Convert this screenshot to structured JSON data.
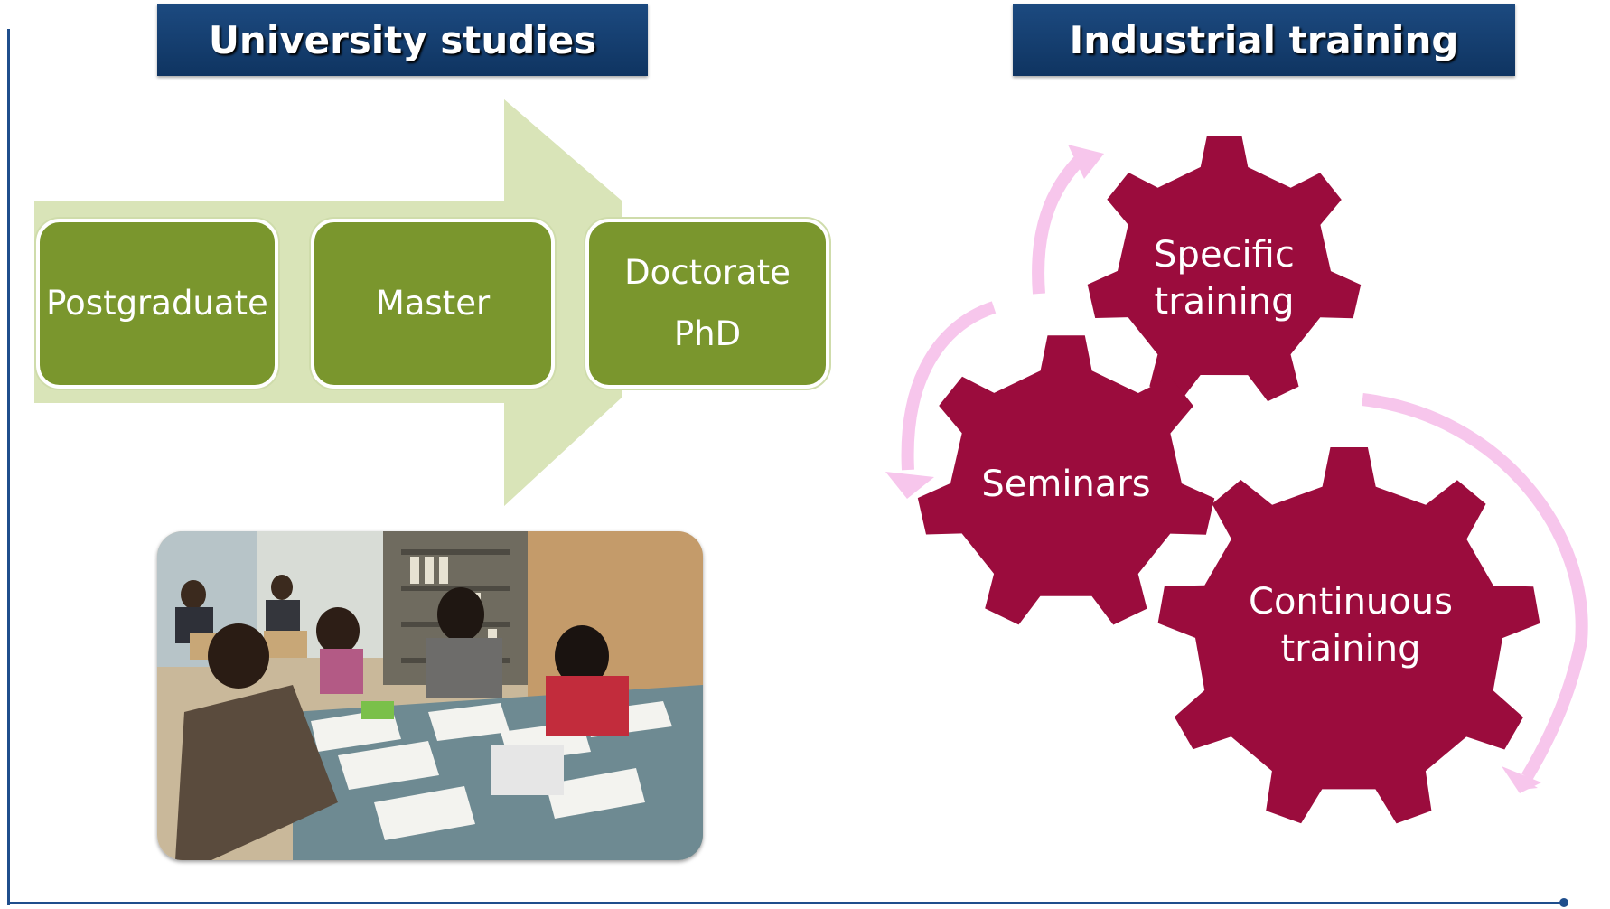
{
  "university": {
    "title": "University studies",
    "stages": [
      {
        "lines": [
          "Postgraduate"
        ]
      },
      {
        "lines": [
          "Master"
        ]
      },
      {
        "lines": [
          "Doctorate",
          "PhD"
        ]
      }
    ]
  },
  "industrial": {
    "title": "Industrial training",
    "gears": [
      {
        "lines": [
          "Specific",
          "training"
        ]
      },
      {
        "lines": [
          "Seminars"
        ]
      },
      {
        "lines": [
          "Continuous",
          "training"
        ]
      }
    ]
  },
  "colors": {
    "header_bg": "#133d6e",
    "stage_green": "#7a962d",
    "arrow_green": "#d9e4b8",
    "gear_maroon": "#9b0c3d",
    "cycle_pink": "#f7c6ec",
    "frame_blue": "#1f4e8c"
  }
}
